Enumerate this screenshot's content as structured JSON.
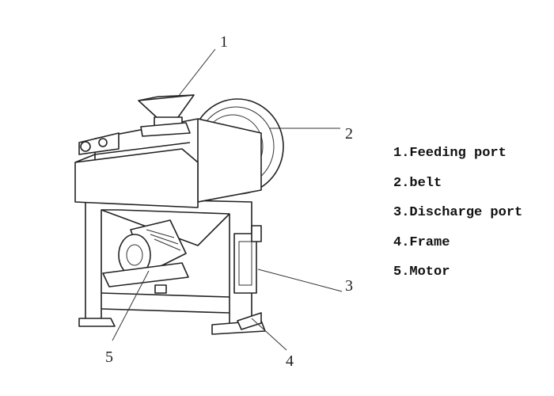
{
  "callouts": [
    "1",
    "2",
    "3",
    "4",
    "5"
  ],
  "legend": [
    "1.Feeding port",
    "2.belt",
    "3.Discharge port",
    "4.Frame",
    "5.Motor"
  ]
}
